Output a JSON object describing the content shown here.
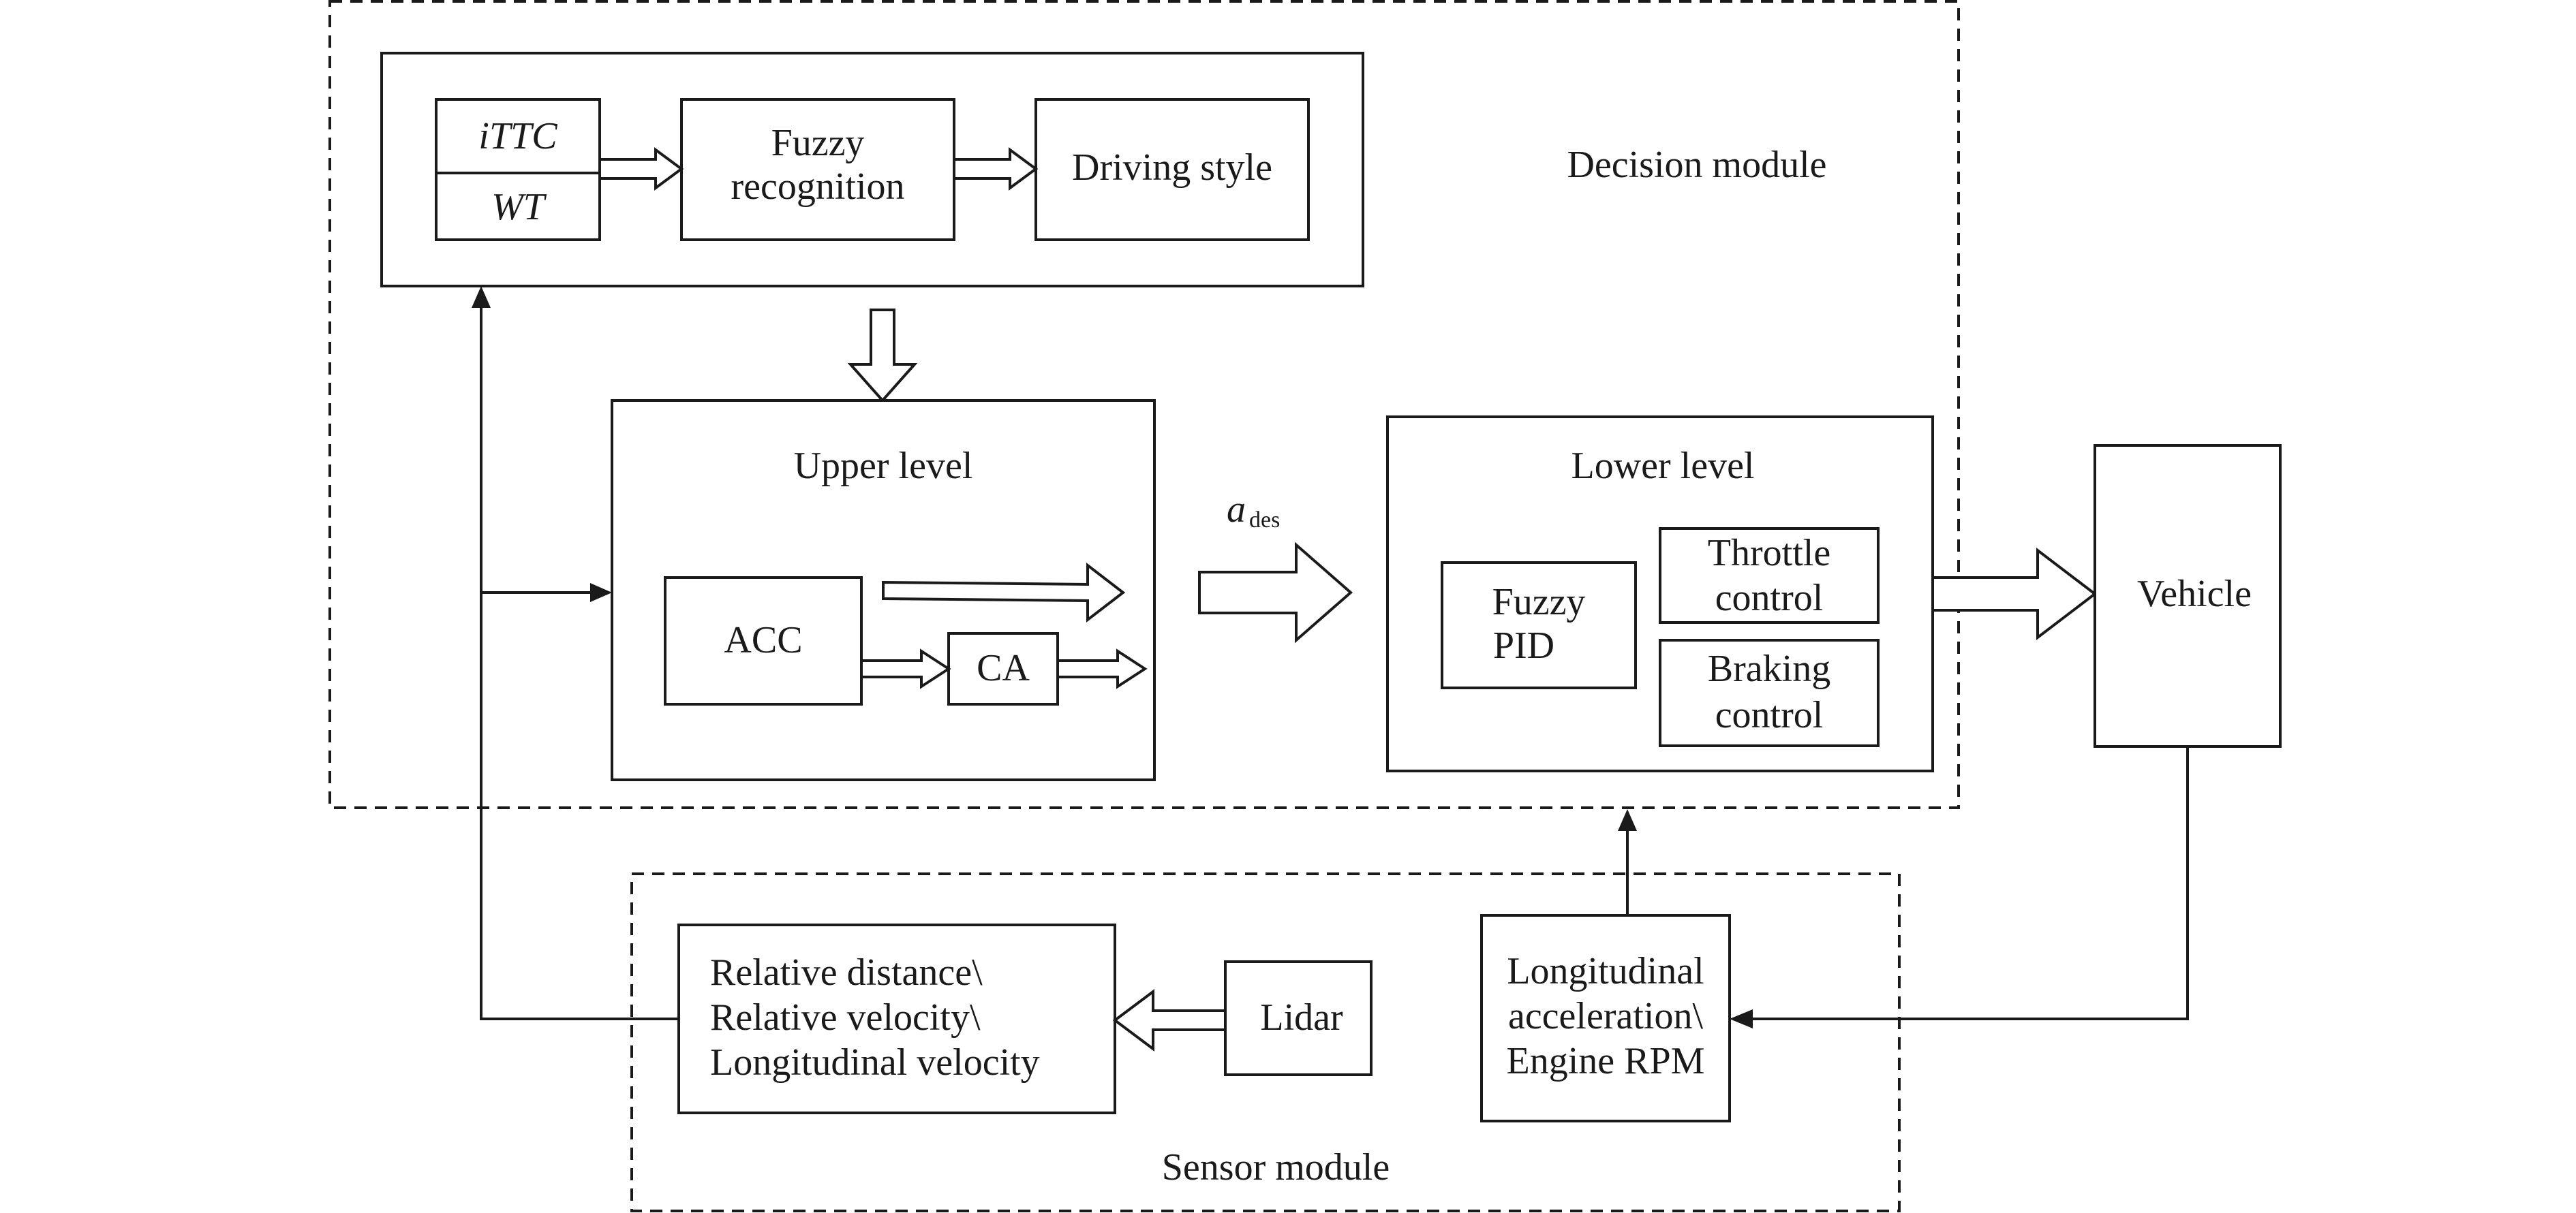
{
  "modules": {
    "decision": "Decision module",
    "sensor": "Sensor module"
  },
  "style_block": {
    "input_top": "iTTC",
    "input_bottom": "WT",
    "fuzzy_line1": "Fuzzy",
    "fuzzy_line2": "recognition",
    "driving_style": "Driving style"
  },
  "upper_level": {
    "title": "Upper level",
    "acc": "ACC",
    "ca": "CA"
  },
  "signal": {
    "symbol": "a",
    "subscript": "des"
  },
  "lower_level": {
    "title": "Lower level",
    "pid_line1": "Fuzzy",
    "pid_line2": "PID",
    "throttle_line1": "Throttle",
    "throttle_line2": "control",
    "braking_line1": "Braking",
    "braking_line2": "control"
  },
  "vehicle": "Vehicle",
  "sensors": {
    "measure_line1": "Relative distance\\",
    "measure_line2": "Relative velocity\\",
    "measure_line3": "Longitudinal velocity",
    "lidar": "Lidar",
    "accel_line1": "Longitudinal",
    "accel_line2": "acceleration\\",
    "accel_line3": "Engine RPM"
  }
}
